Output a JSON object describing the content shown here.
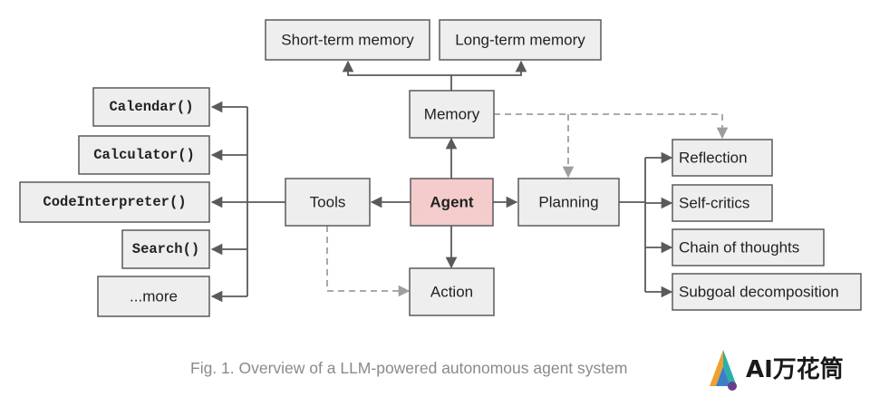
{
  "diagram": {
    "memory": {
      "short_term": "Short-term memory",
      "long_term": "Long-term memory",
      "memory": "Memory"
    },
    "tools": {
      "calendar": "Calendar()",
      "calculator": "Calculator()",
      "code_interpreter": "CodeInterpreter()",
      "search": "Search()",
      "more": "...more",
      "tools": "Tools"
    },
    "agent": "Agent",
    "action": "Action",
    "planning": {
      "planning": "Planning",
      "reflection": "Reflection",
      "self_critics": "Self-critics",
      "chain_of_thoughts": "Chain of thoughts",
      "subgoal_decomposition": "Subgoal decomposition"
    }
  },
  "caption": "Fig. 1. Overview of a LLM-powered autonomous agent system",
  "watermark": {
    "text": "AI万花筒",
    "icon": "watermark-logo-icon"
  },
  "colors": {
    "agent_fill": "#f4cccc",
    "box_fill": "#eeeeee",
    "line": "#5a5a5a",
    "dashed_line": "#9e9e9e",
    "caption": "#8a8a8a"
  }
}
